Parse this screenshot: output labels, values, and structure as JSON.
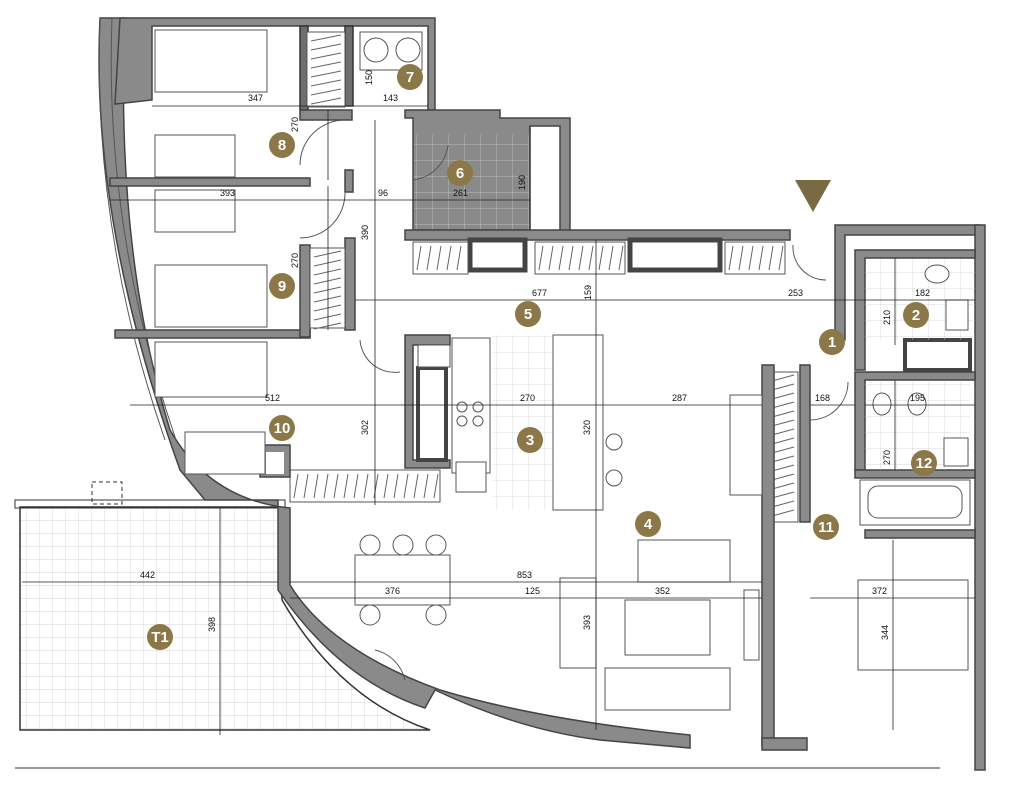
{
  "rooms": [
    {
      "id": "r1",
      "label": "1"
    },
    {
      "id": "r2",
      "label": "2"
    },
    {
      "id": "r3",
      "label": "3"
    },
    {
      "id": "r4",
      "label": "4"
    },
    {
      "id": "r5",
      "label": "5"
    },
    {
      "id": "r6",
      "label": "6"
    },
    {
      "id": "r7",
      "label": "7"
    },
    {
      "id": "r8",
      "label": "8"
    },
    {
      "id": "r9",
      "label": "9"
    },
    {
      "id": "r10",
      "label": "10"
    },
    {
      "id": "r11",
      "label": "11"
    },
    {
      "id": "r12",
      "label": "12"
    },
    {
      "id": "t1",
      "label": "T1"
    }
  ],
  "dimensions": {
    "d347": "347",
    "d270a": "270",
    "d150": "150",
    "d143": "143",
    "d393": "393",
    "d96": "96",
    "d390": "390",
    "d261": "261",
    "d190": "190",
    "d270b": "270",
    "d677": "677",
    "d159": "159",
    "d253": "253",
    "d182": "182",
    "d210a": "210",
    "d512": "512",
    "d302": "302",
    "d270c": "270",
    "d320": "320",
    "d287": "287",
    "d168": "168",
    "d195": "195",
    "d270d": "270",
    "d442": "442",
    "d853": "853",
    "d398": "398",
    "d376": "376",
    "d125": "125",
    "d393b": "393",
    "d352": "352",
    "d372": "372",
    "d344": "344"
  },
  "colors": {
    "badge": "#8b7748",
    "wall": "#8a8a8a",
    "entrance_marker": "#7a6a44"
  }
}
